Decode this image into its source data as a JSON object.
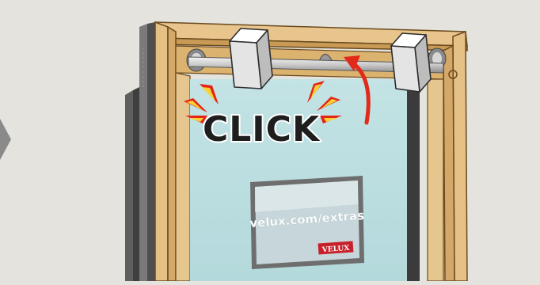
{
  "illustration": {
    "click_label": "CLICK",
    "sticker": {
      "url_text": "velux.com/extras",
      "logo_text": "VELUX"
    }
  },
  "colors": {
    "background": "#e4e3dd",
    "glass": "#bde0e2",
    "wood": "#e5c186",
    "arrow": "#e12a1a",
    "burst_outer": "#e52416",
    "burst_inner": "#f7d235"
  },
  "icons": [
    "step-arrow-icon",
    "rotation-arrow-icon",
    "click-burst-icon"
  ]
}
